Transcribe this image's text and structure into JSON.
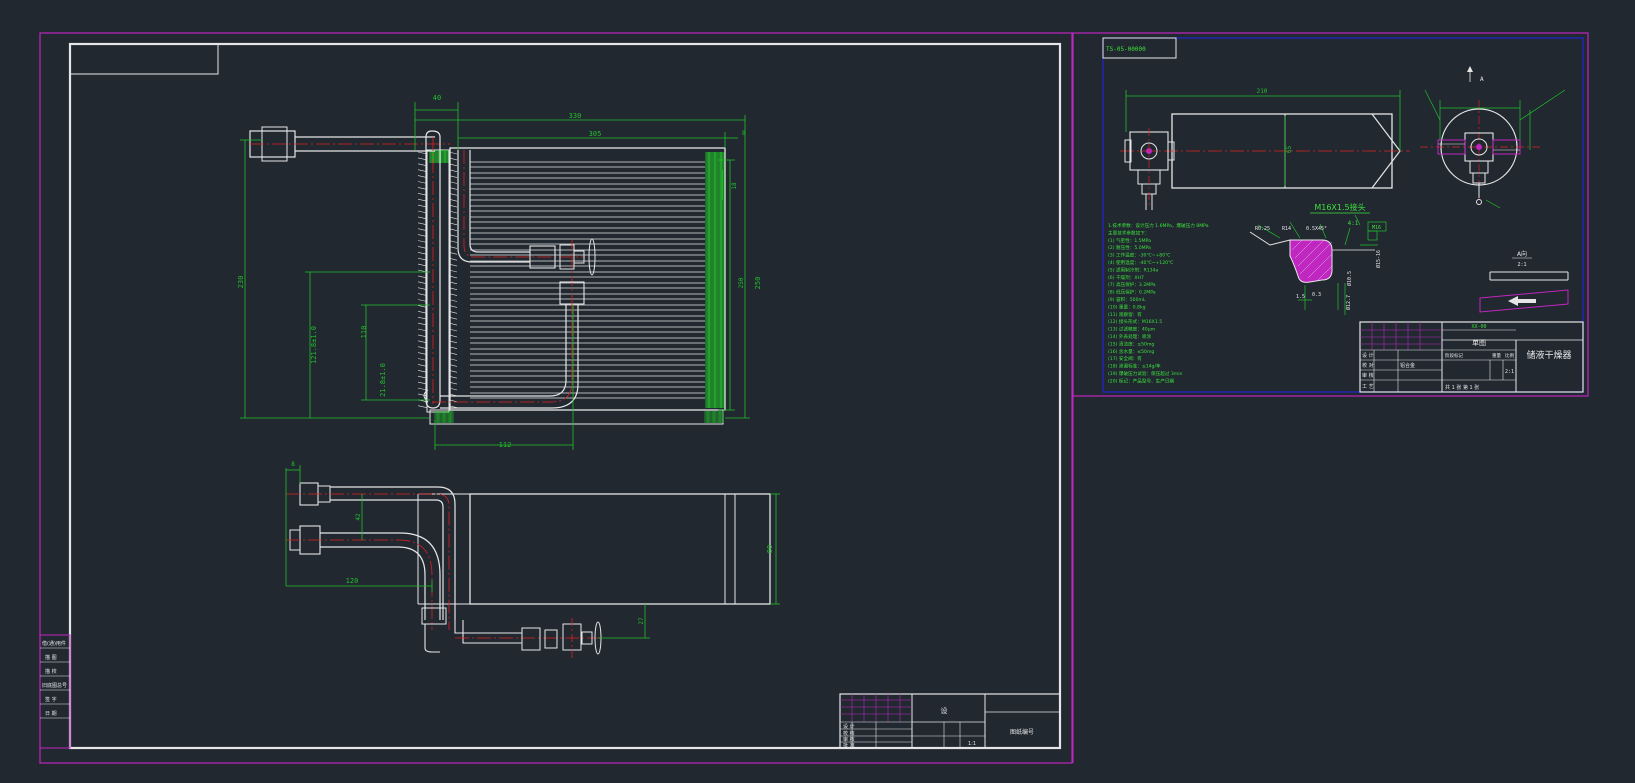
{
  "colors": {
    "background": "#212830",
    "sheet_border": "#c026c0",
    "frame": "#e6e6e6",
    "dimension": "#22c02a",
    "centerline": "#e02020",
    "blue_frame": "#2424d0",
    "note_text": "#3de03d"
  },
  "evaporator_drawing": {
    "dimensions": {
      "top_offset": "40",
      "overall_width": "330",
      "core_width": "305",
      "right_gap": "8",
      "overall_height": "230",
      "core_height": "250",
      "inlet_height": "110",
      "inlet_pos_1": "121.8±1.0",
      "inlet_pos_2": "21.8±1.0",
      "bottom_outlet": "112",
      "side_small": "8",
      "side_spacing": "42",
      "side_length": "120",
      "side_depth": "80",
      "valve_offset": "27",
      "right_small": "18"
    },
    "title_block": {
      "drawing_name": "设",
      "drawing_number": "图纸编号",
      "rows": [
        "设 计",
        "校 核",
        "审 核",
        "批 准"
      ],
      "scale": "1:1"
    },
    "side_table": [
      "借(通)用件",
      "描 图",
      "描 校",
      "旧底图总号",
      "签 字",
      "日 期"
    ]
  },
  "receiver_drawing": {
    "code": "TS-05-00000",
    "dimensions": {
      "overall_length": "210",
      "diameter": "65"
    },
    "view_arrow": "A",
    "section_title": "M16X1.5接头",
    "section_scale": "4:1",
    "section_labels": [
      "R0.25",
      "R14",
      "0.5X45°",
      "M16",
      "Ø10.5",
      "Ø15-16",
      "Ø12.7",
      "1.5",
      "0.3"
    ],
    "view_label": "A向",
    "view_scale": "2:1",
    "notes": [
      "1.技术参数：设计压力 1.6MPa，爆破压力 8MPa",
      "主要技术参数如下：",
      "(1) 气密性：1.5MPa",
      "(2) 耐压性：5.0MPa",
      "(3) 工作温度：-30℃~+80℃",
      "(4) 使用温度：-40℃~+120℃",
      "(5) 适用制冷剂：R134a",
      "(6) 干燥剂：XH7",
      "(7) 高压保护：3.2MPa",
      "(8) 低压保护：0.2MPa",
      "(9) 容积：500mL",
      "(10) 重量：0.8kg",
      "(11) 观察窗：有",
      "(12) 接头形式：M16X1.5",
      "(13) 过滤精度：40μm",
      "(14) 外表处理：喷涂",
      "(15) 清洁度：≤50mg",
      "(16) 含水量：≤50mg",
      "(17) 安全阀：有",
      "(18) 渗漏标准：≤14g/年",
      "(19) 爆破压力试验：保压超过 3min",
      "(20) 标记：产品型号、生产日期"
    ],
    "title_block": {
      "part_name": "储液干燥器",
      "material": "铝合金",
      "code": "XX-00",
      "unit_label": "单图",
      "rows": [
        "设 计",
        "校 对",
        "审 核",
        "工 艺"
      ],
      "sheet": "共 1 张 第 1 张",
      "scale": "2:1",
      "headers": [
        "阶段标记",
        "重量",
        "比例"
      ]
    }
  }
}
